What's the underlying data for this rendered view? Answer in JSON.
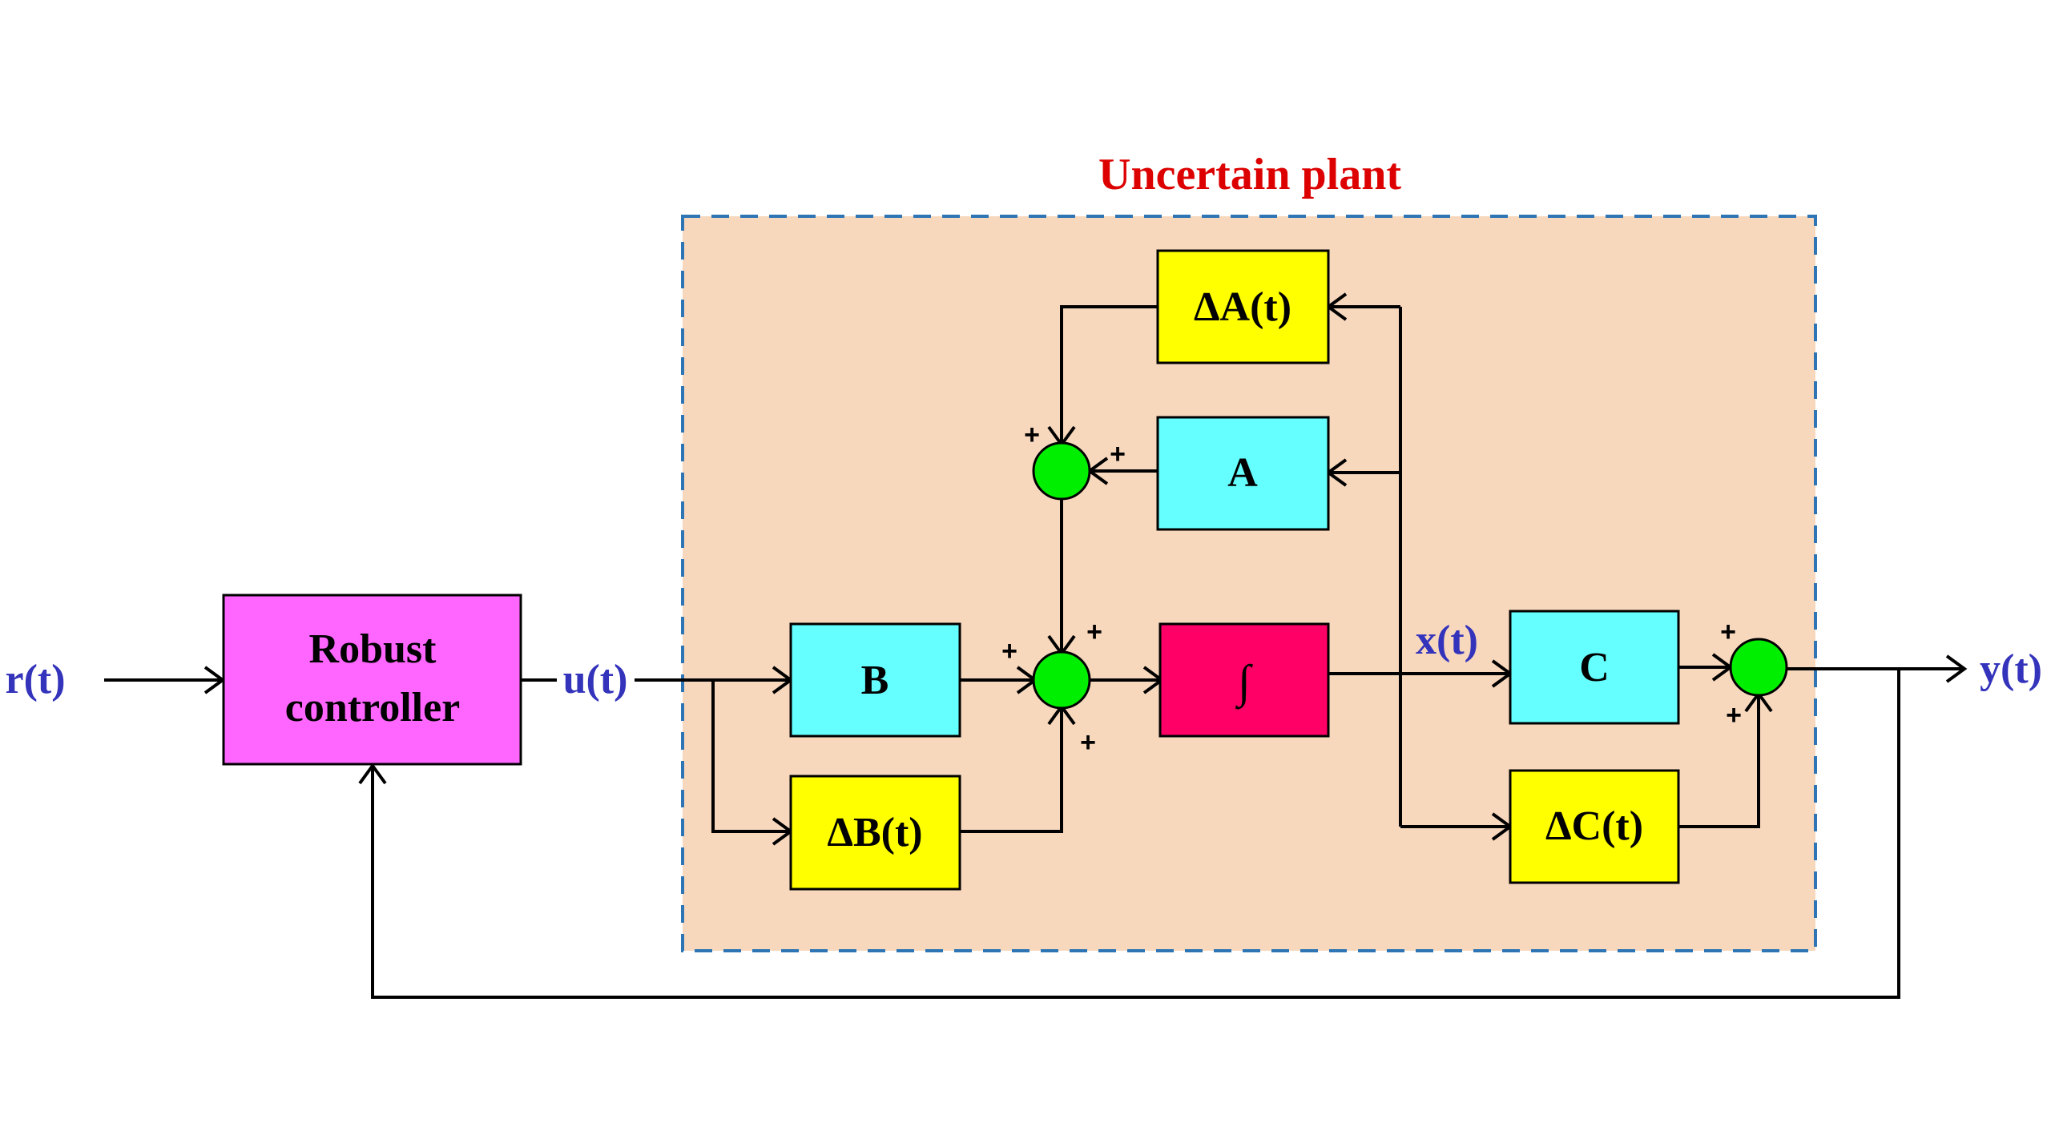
{
  "title": "Uncertain plant",
  "signals": {
    "r": "r(t)",
    "u": "u(t)",
    "x": "x(t)",
    "y": "y(t)"
  },
  "blocks": {
    "controller_line1": "Robust",
    "controller_line2": "controller",
    "B": "B",
    "dB": "ΔB(t)",
    "A": "A",
    "dA": "ΔA(t)",
    "integrator": "∫",
    "C": "C",
    "dC": "ΔC(t)"
  },
  "signs": {
    "plus": "+"
  },
  "colors": {
    "magenta": "#ff66ff",
    "cyan": "#66ffff",
    "yellow": "#ffff00",
    "integrator": "#ff0066",
    "summer": "#00ee00",
    "plant_bg": "#f8d8bd",
    "plant_border": "#2e75b6",
    "title": "#dd0000",
    "signal": "#3333bb"
  }
}
